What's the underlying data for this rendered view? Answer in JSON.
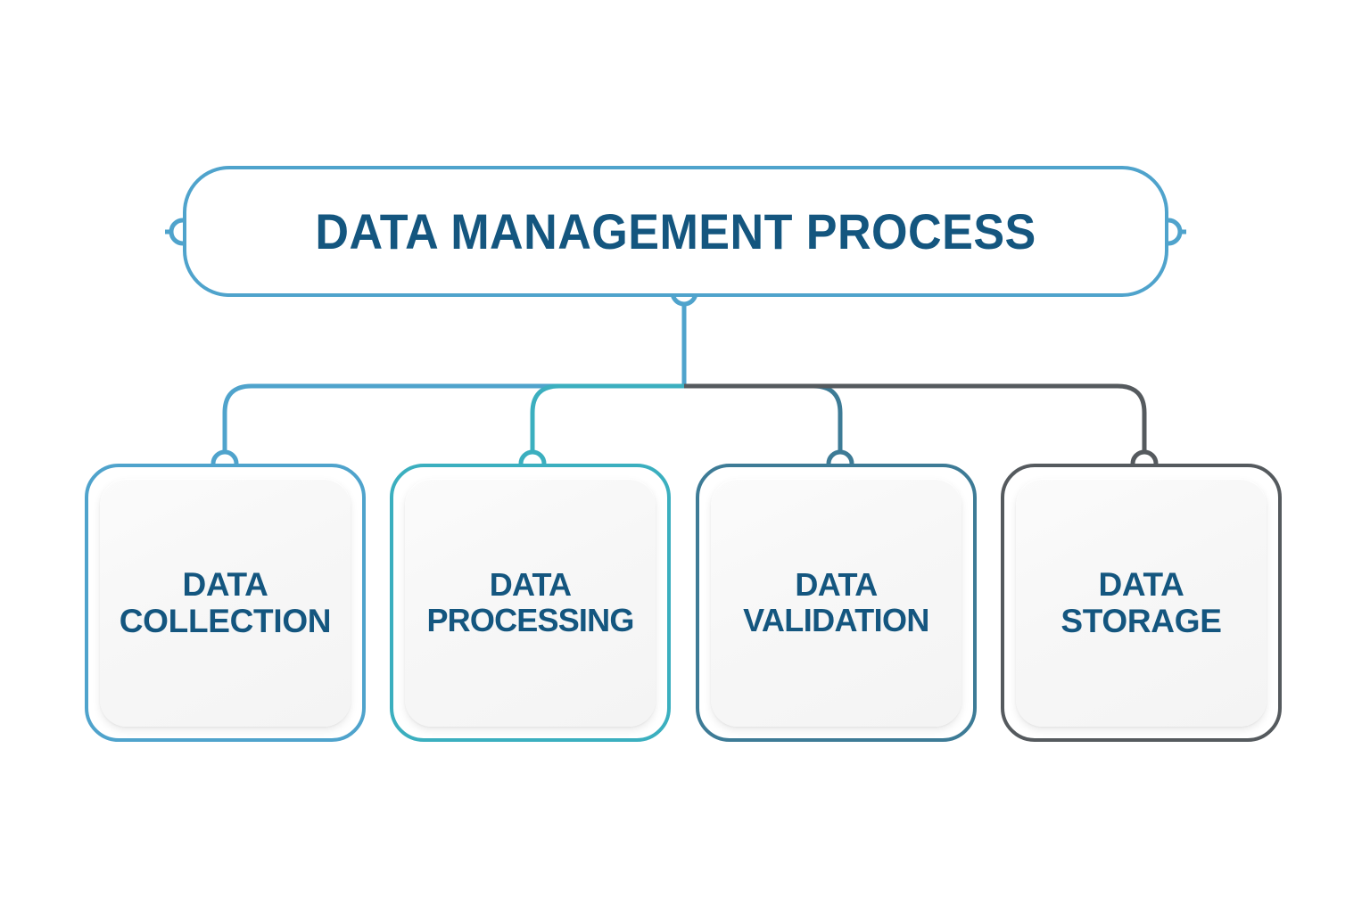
{
  "diagram": {
    "type": "hierarchy-tree",
    "background_color": "#FFFFFF",
    "title_text_color": "#14567F",
    "node_text_color": "#14567F",
    "root": {
      "label": "DATA MANAGEMENT PROCESS",
      "border_color": "#4FA3CC",
      "connectors": [
        "left-port-circle",
        "right-port-circle",
        "bottom-port-circle"
      ]
    },
    "nodes": [
      {
        "label": "DATA\nCOLLECTION",
        "line1": "DATA",
        "line2": "COLLECTION",
        "border_color": "#4FA3CC",
        "connector_color": "#4FA3CC",
        "order": 1
      },
      {
        "label": "DATA\nPROCESSING",
        "line1": "DATA",
        "line2": "PROCESSING",
        "border_color": "#3BAFBF",
        "connector_color": "#3BAFBF",
        "order": 2
      },
      {
        "label": "DATA\nVALIDATION",
        "line1": "DATA",
        "line2": "VALIDATION",
        "border_color": "#3D7B96",
        "connector_color": "#3D7B96",
        "order": 3
      },
      {
        "label": "DATA\nSTORAGE",
        "line1": "DATA",
        "line2": "STORAGE",
        "border_color": "#555A5E",
        "connector_color": "#555A5E",
        "order": 4
      }
    ]
  }
}
